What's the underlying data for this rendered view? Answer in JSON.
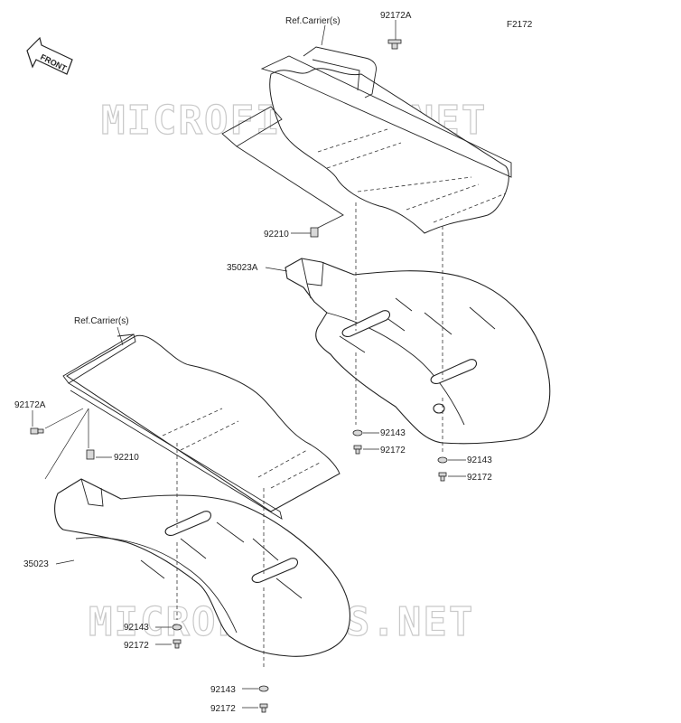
{
  "figure_code": "F2172",
  "front_arrow_text": "FRONT",
  "watermark_text": "MICROFICHES.NET",
  "labels": {
    "ref_carrier_upper": "Ref.Carrier(s)",
    "ref_carrier_lower": "Ref.Carrier(s)",
    "bolt_92172A_upper": "92172A",
    "bolt_92172A_lower": "92172A",
    "clip_92210_upper": "92210",
    "clip_92210_lower": "92210",
    "fender_35023A": "35023A",
    "fender_35023": "35023",
    "washer_92143_upper_left": "92143",
    "bolt_92172_upper_left": "92172",
    "washer_92143_upper_right": "92143",
    "bolt_92172_upper_right": "92172",
    "washer_92143_lower_left": "92143",
    "bolt_92172_lower_left": "92172",
    "washer_92143_lower_right": "92143",
    "bolt_92172_lower_right": "92172"
  }
}
